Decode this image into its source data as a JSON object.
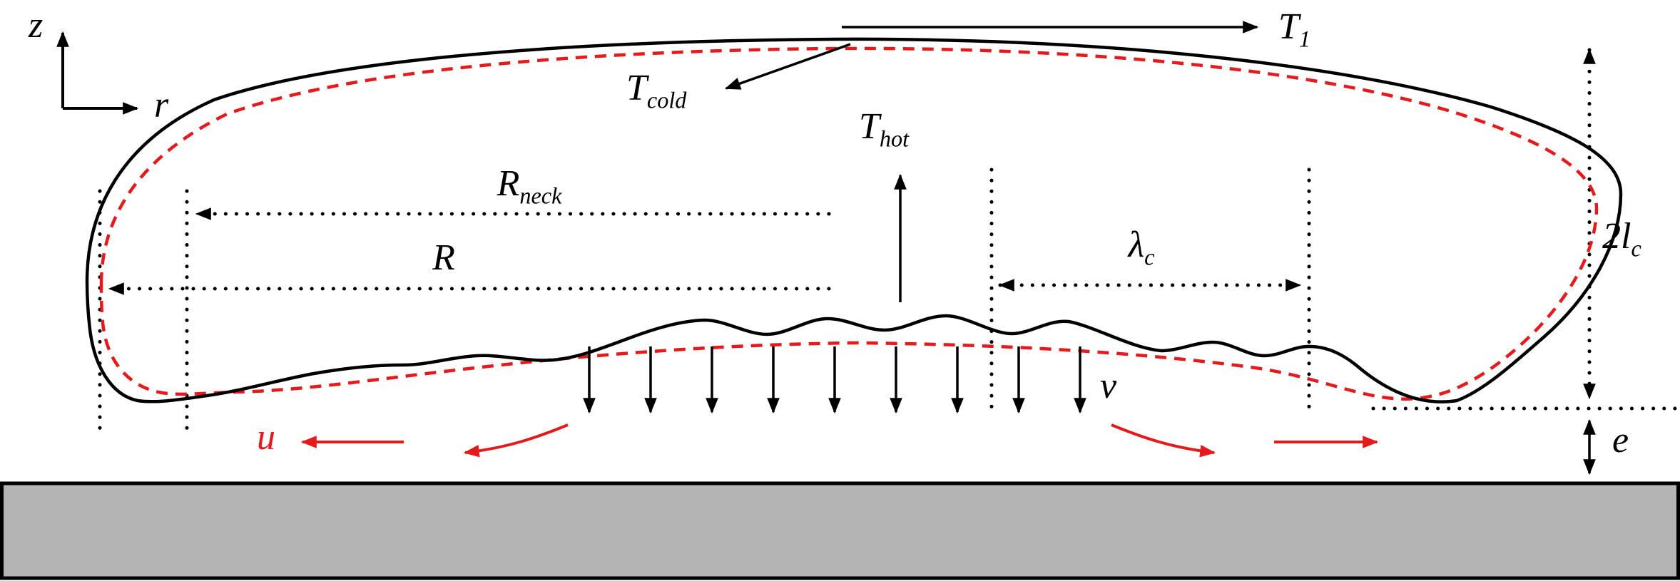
{
  "labels": {
    "z_axis": "z",
    "r_axis": "r",
    "t1": {
      "base": "T",
      "sub": "1"
    },
    "t_cold": {
      "base": "T",
      "sub": "cold"
    },
    "t_hot": {
      "base": "T",
      "sub": "hot"
    },
    "r_neck": {
      "base": "R",
      "sub": "neck"
    },
    "radius": {
      "base": "R",
      "sub": ""
    },
    "lambda_c": {
      "base": "λ",
      "sub": "c"
    },
    "two_l_c": {
      "base": "2l",
      "sub": "c"
    },
    "gap_e": {
      "base": "e",
      "sub": ""
    },
    "u_flow": {
      "base": "u",
      "sub": ""
    },
    "v_flow": {
      "base": "v",
      "sub": ""
    }
  },
  "colors": {
    "ink": "#000000",
    "accent_red": "#e41a1c",
    "substrate_gray": "#b4b4b4",
    "background": "#ffffff"
  }
}
